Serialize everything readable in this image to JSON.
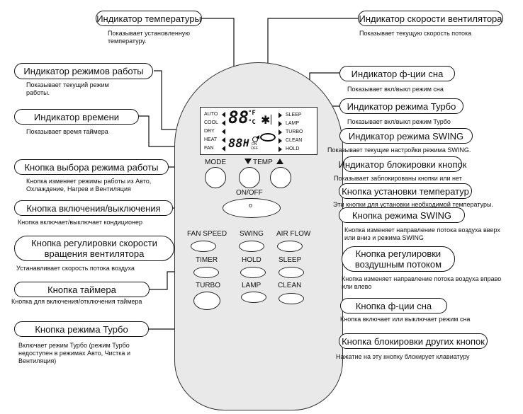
{
  "callouts": {
    "temp_indicator": {
      "title": "Индикатор температуры",
      "desc": "Показывает установленную температуру."
    },
    "fan_speed_indicator": {
      "title": "Индикатор скорости вентилятора",
      "desc": "Показывает текущую скорость потока"
    },
    "mode_indicator": {
      "title": "Индикатор режимов работы",
      "desc": "Показывает текущий режим работы."
    },
    "sleep_indicator": {
      "title": "Индикатор ф-ции сна",
      "desc": "Показывает вкл/выкл режим сна"
    },
    "time_indicator": {
      "title": "Индикатор времени",
      "desc": "Показывает время таймера"
    },
    "turbo_indicator": {
      "title": "Индикатор режима Турбо",
      "desc": "Показывает вкл/выкл режим Турбо"
    },
    "swing_indicator": {
      "title": "Индикатор режима SWING",
      "desc": "Показывает текущие настройки режима SWING."
    },
    "mode_button": {
      "title": "Кнопка выбора режима работы",
      "desc": "Кнопка изменяет режимы работы из Авто, Охлаждение, Нагрев и Вентиляция"
    },
    "lock_indicator": {
      "title": "Индикатор блокировки кнопок",
      "desc": "Показывает заблокированы кнопки или нет"
    },
    "temp_buttons": {
      "title": "Кнопка установки температур",
      "desc": "Эти кнопки для установки необходимой температуры."
    },
    "onoff_button": {
      "title": "Кнопка включения/выключения",
      "desc": "Кнопка включает/выключает кондиционер"
    },
    "swing_button": {
      "title": "Кнопка режима SWING",
      "desc": "Кнопка изменяет направление потока воздуха вверх или вниз и режима SWING"
    },
    "fanspeed_button": {
      "title": "Кнопка регулировки скорости вращения вентилятора",
      "desc": "Устанавливает скорость потока воздуха"
    },
    "airflow_button": {
      "title": "Кнопка регулировки воздушным потоком",
      "desc": "Кнопка изменяет направление потока воздуха вправо или влево"
    },
    "timer_button": {
      "title": "Кнопка таймера",
      "desc": "Кнопка для включения/отключения таймера"
    },
    "sleep_button": {
      "title": "Кнопка ф-ции сна",
      "desc": "Кнопка включает или выключает режим сна"
    },
    "turbo_button": {
      "title": "Кнопка режима Турбо",
      "desc": "Включает режим Турбо (режим Турбо недоступен в режимах Авто, Чистка и Вентиляция)"
    },
    "lock_button": {
      "title": "Кнопка блокировки других кнопок",
      "desc": "Нажатие на эту кнопку блокирует клавиатуру"
    }
  },
  "lcd": {
    "modes": [
      "AUTO",
      "COOL",
      "DRY",
      "HEAT",
      "FAN"
    ],
    "temp_digits": "88",
    "temp_unit_f": "°F",
    "temp_unit_c": "°C",
    "time_digits": "88",
    "time_unit": "H",
    "timer_on": "ON",
    "timer_off": "OFF",
    "right_labels": [
      "SLEEP",
      "LAMP",
      "TURBO",
      "CLEAN",
      "HOLD"
    ]
  },
  "buttons": {
    "mode": "MODE",
    "temp": "TEMP",
    "onoff": "ON/OFF",
    "onoff_dot": "o",
    "fan_speed": "FAN SPEED",
    "swing": "SWING",
    "air_flow": "AIR FLOW",
    "timer": "TIMER",
    "hold": "HOLD",
    "sleep": "SLEEP",
    "turbo": "TURBO",
    "lamp": "LAMP",
    "clean": "CLEAN"
  }
}
